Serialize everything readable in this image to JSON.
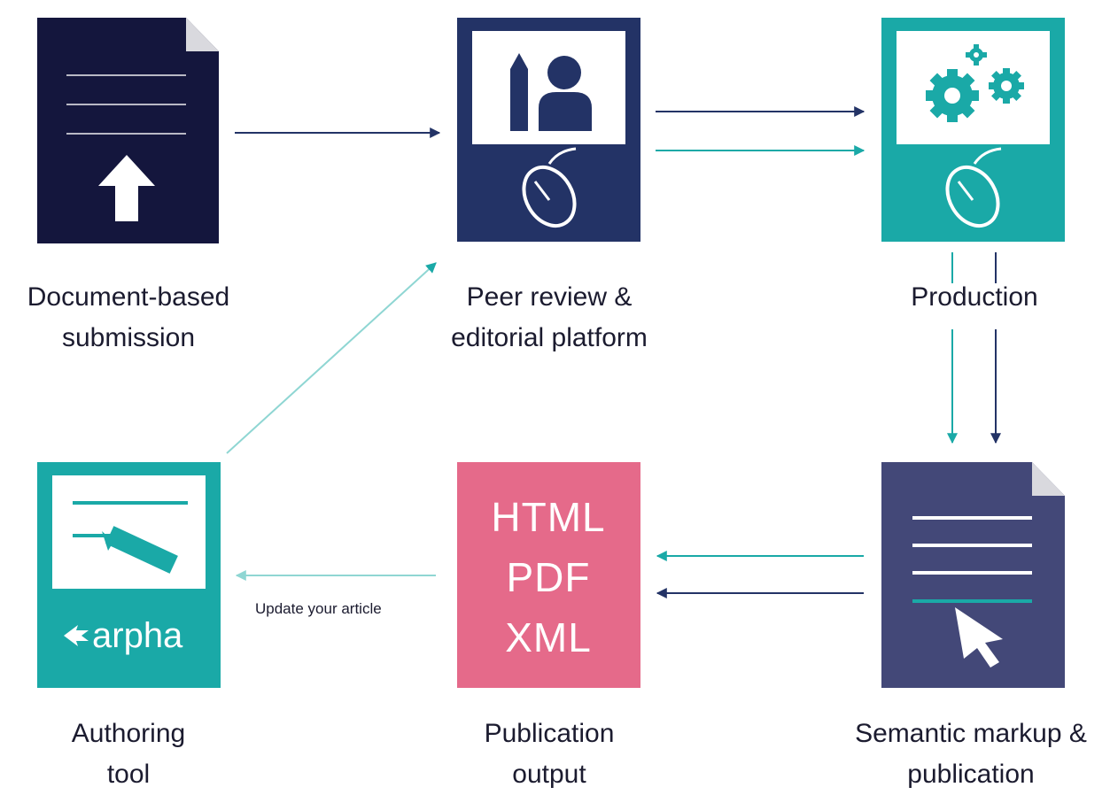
{
  "colors": {
    "navy": "#14163d",
    "blue": "#233366",
    "teal": "#1aa9a7",
    "slate": "#434878",
    "pink": "#e56a8a",
    "text": "#1b1b2f"
  },
  "nodes": {
    "submission": {
      "line1": "Document-based",
      "line2": "submission",
      "icon": "upload-document-icon"
    },
    "peer_review": {
      "line1": "Peer review &",
      "line2": "editorial platform",
      "icon": "editor-screen-icon"
    },
    "production": {
      "line1": "Production",
      "line2": "",
      "icon": "gears-screen-icon"
    },
    "semantic": {
      "line1": "Semantic markup &",
      "line2": "publication",
      "icon": "markup-document-icon"
    },
    "publication": {
      "line1": "Publication",
      "line2": "output",
      "formats": [
        "HTML",
        "PDF",
        "XML"
      ]
    },
    "authoring": {
      "line1": "Authoring",
      "line2": "tool",
      "logo_text": "arpha",
      "icon": "pen-screen-icon"
    }
  },
  "edges": {
    "update_label": "Update your article"
  }
}
